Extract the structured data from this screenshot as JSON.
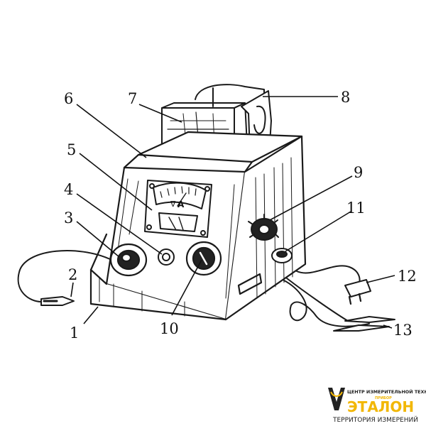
{
  "figure": {
    "callouts": [
      "1",
      "2",
      "3",
      "4",
      "5",
      "6",
      "7",
      "8",
      "9",
      "10",
      "11",
      "12",
      "13"
    ],
    "meter_unit": "A",
    "meter_symbol": "∇"
  },
  "watermark": {
    "top_line": "ЦЕНТР ИЗМЕРИТЕЛЬНОЙ ТЕХНИКИ",
    "small_tag": "ПРИБОР",
    "brand": "ЭТАЛОН",
    "bottom_line": "ТЕРРИТОРИЯ ИЗМЕРЕНИЙ",
    "colors": {
      "yellow": "#f2b705",
      "dark": "#222222"
    }
  }
}
